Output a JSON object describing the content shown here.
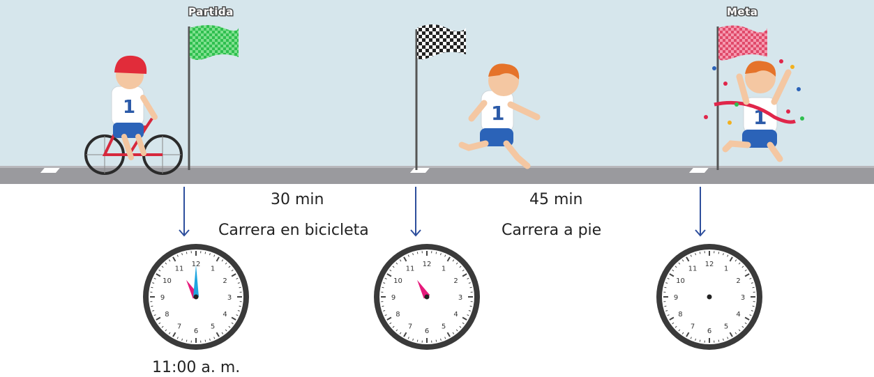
{
  "start_flag_label": "Partida",
  "finish_flag_label": "Meta",
  "segments": [
    {
      "duration": "30 min",
      "activity": "Carrera en bicicleta"
    },
    {
      "duration": "45 min",
      "activity": "Carrera a pie"
    }
  ],
  "start_time_label": "11:00 a. m.",
  "colors": {
    "sky": "#d6e6ec",
    "road": "#9a9a9e",
    "arrow": "#2d4e9c",
    "hour_hand": "#e6197b",
    "minute_hand": "#1fa5e0",
    "clock_rim": "#2f2f2f",
    "start_flag": "#2fbf4f",
    "finish_flag": "#e04a6a"
  },
  "clocks": [
    {
      "name": "start-clock",
      "hour": 11,
      "minute": 0,
      "show_hands": true
    },
    {
      "name": "middle-clock",
      "hour": 11,
      "minute": null,
      "show_hands": true
    },
    {
      "name": "end-clock",
      "hour": null,
      "minute": null,
      "show_hands": false
    }
  ],
  "clock_numbers": [
    "12",
    "1",
    "2",
    "3",
    "4",
    "5",
    "6",
    "7",
    "8",
    "9",
    "10",
    "11"
  ]
}
